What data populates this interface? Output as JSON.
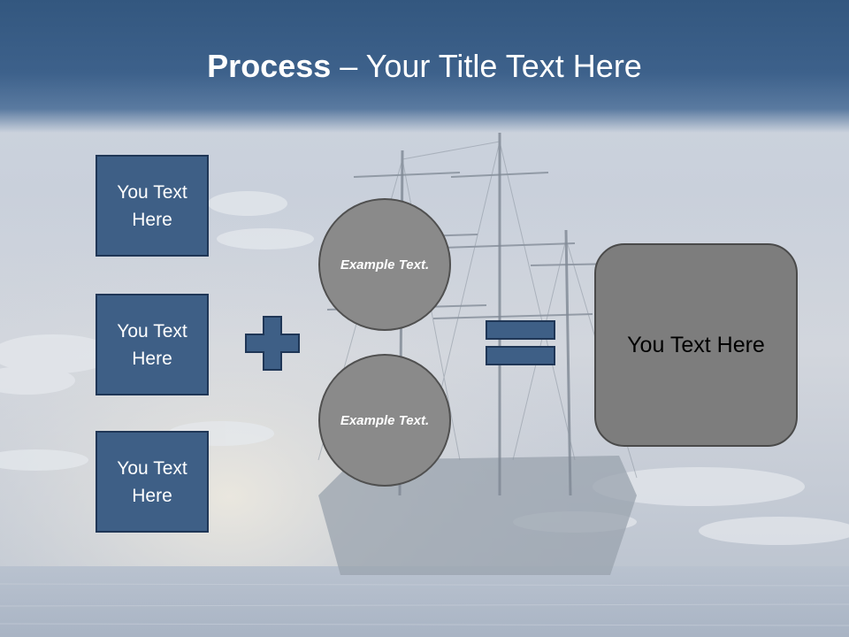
{
  "slide": {
    "title_bold": "Process",
    "title_rest": " – Your Title Text Here",
    "boxes": [
      "You Text Here",
      "You Text Here",
      "You Text Here"
    ],
    "circles": [
      "Example Text.",
      "Example Text."
    ],
    "result": "You Text Here"
  },
  "colors": {
    "header": "#3d618b",
    "box_fill": "#3e5f86",
    "circle_fill": "#8a8a8a",
    "result_fill": "#7d7d7d"
  },
  "icons": [
    "plus-icon",
    "equals-icon"
  ]
}
